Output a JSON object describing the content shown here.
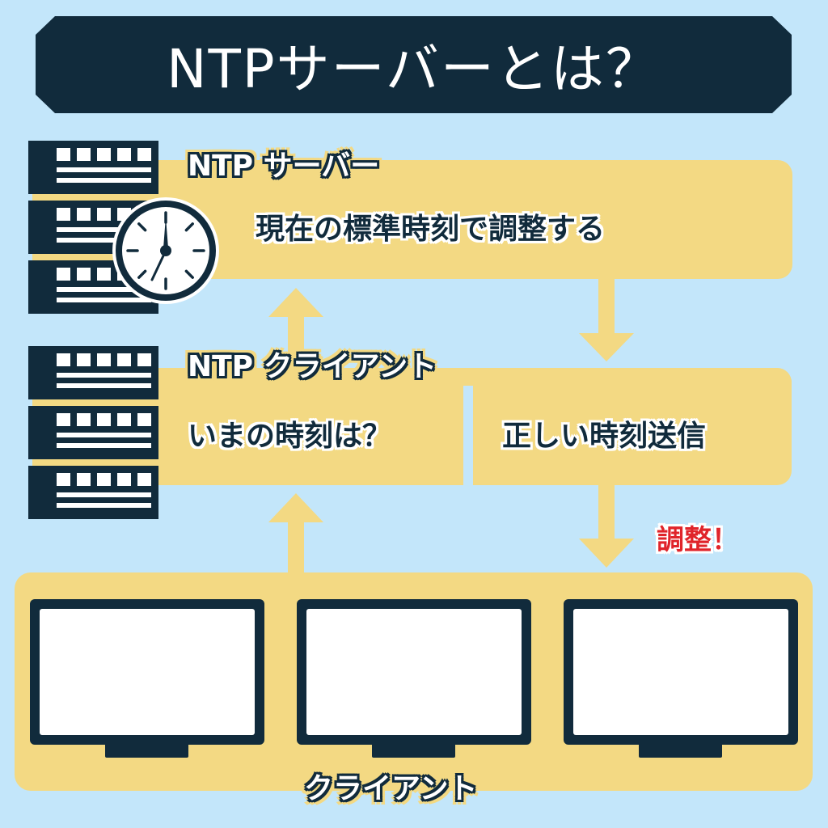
{
  "title": "NTPサーバーとは？",
  "colors": {
    "background": "#c3e6fa",
    "navy": "#112b3c",
    "box_yellow": "#f3d983",
    "accent_red": "#e0242a",
    "white": "#ffffff"
  },
  "server_section": {
    "heading": "NTP サーバー",
    "description": "現在の標準時刻で調整する",
    "icons": [
      "server-rack-icon",
      "clock-icon"
    ]
  },
  "client_section": {
    "heading": "NTP クライアント",
    "request_text": "いまの時刻は？",
    "response_text": "正しい時刻送信",
    "icons": [
      "server-rack-icon"
    ]
  },
  "adjust_label": "調整！",
  "pc_section": {
    "label": "クライアント",
    "monitors": [
      {
        "name": "monitor-1"
      },
      {
        "name": "monitor-2"
      },
      {
        "name": "monitor-3"
      }
    ]
  },
  "flow": [
    {
      "from": "NTP クライアント",
      "to": "NTP サーバー",
      "direction": "up"
    },
    {
      "from": "NTP サーバー",
      "to": "NTP クライアント",
      "direction": "down"
    },
    {
      "from": "クライアント",
      "to": "NTP クライアント",
      "direction": "up"
    },
    {
      "from": "NTP クライアント",
      "to": "クライアント",
      "direction": "down"
    }
  ]
}
